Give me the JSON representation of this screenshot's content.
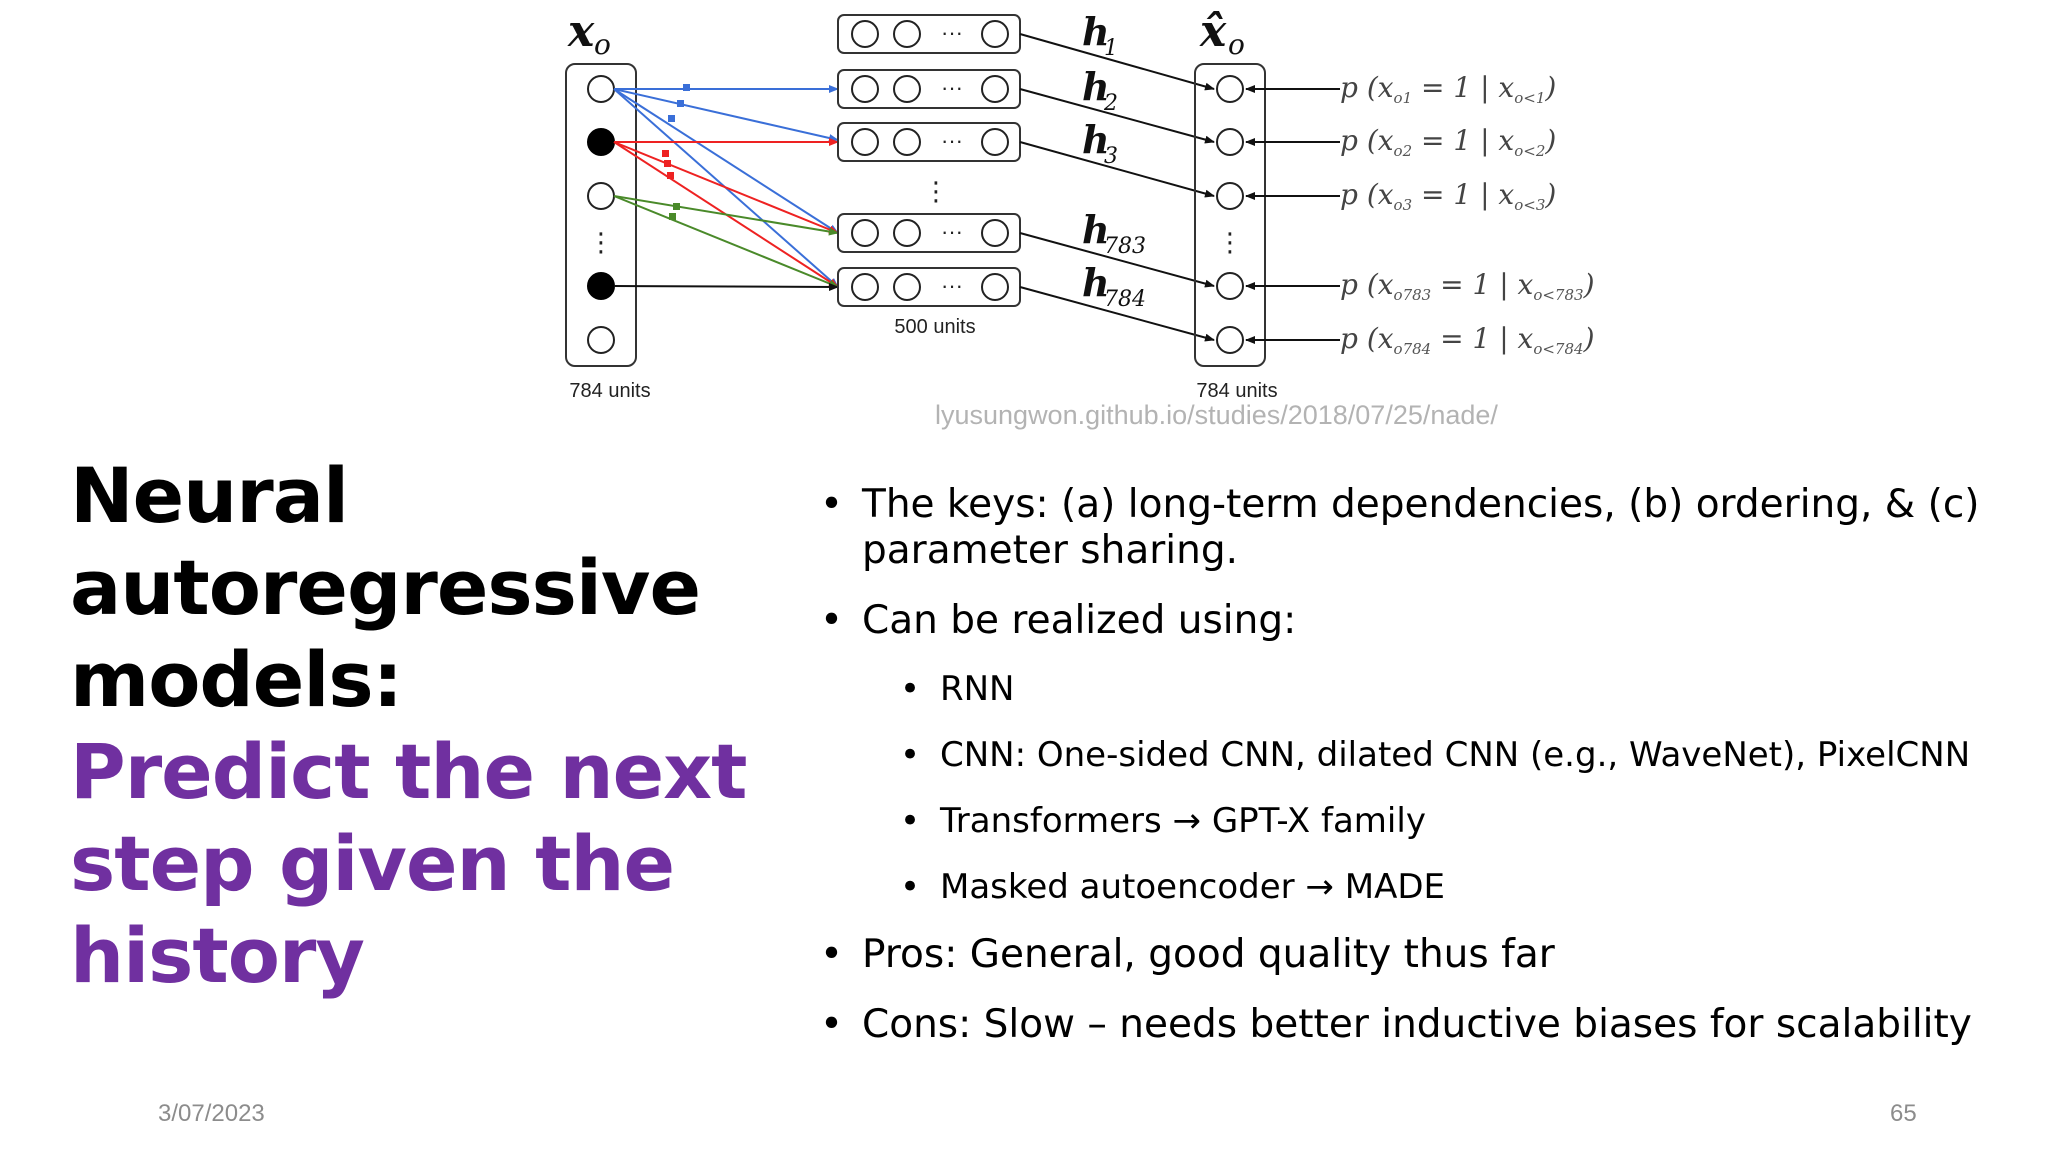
{
  "diagram": {
    "input_var": "x",
    "input_sub": "o",
    "output_var": "x̂",
    "output_sub": "o",
    "input_units": "784 units",
    "hidden_units": "500 units",
    "output_units": "784 units",
    "hidden_labels": [
      {
        "base": "h",
        "sub": "1"
      },
      {
        "base": "h",
        "sub": "2"
      },
      {
        "base": "h",
        "sub": "3"
      },
      {
        "base": "h",
        "sub": "783"
      },
      {
        "base": "h",
        "sub": "784"
      }
    ],
    "probabilities": [
      {
        "text": "p (x",
        "sub": "o1",
        "rest": " = 1 | x",
        "cond": "o<1",
        "end": ")"
      },
      {
        "text": "p (x",
        "sub": "o2",
        "rest": " = 1 | x",
        "cond": "o<2",
        "end": ")"
      },
      {
        "text": "p (x",
        "sub": "o3",
        "rest": " = 1 | x",
        "cond": "o<3",
        "end": ")"
      },
      {
        "text": "p (x",
        "sub": "o783",
        "rest": " = 1 | x",
        "cond": "o<783",
        "end": ")"
      },
      {
        "text": "p (x",
        "sub": "o784",
        "rest": " = 1 | x",
        "cond": "o<784",
        "end": ")"
      }
    ],
    "colors": {
      "blue": "#3a6fd8",
      "red": "#ee2222",
      "green": "#4a8a2a",
      "black": "#111111"
    }
  },
  "source": "lyusungwon.github.io/studies/2018/07/25/nade/",
  "title": {
    "line1": "Neural",
    "line2": "autoregressive",
    "line3": "models:",
    "sub1": "Predict the next",
    "sub2": "step given the",
    "sub3": "history",
    "accent_color": "#7030a0"
  },
  "bullets": {
    "keys": "The keys: (a) long-term dependencies, (b) ordering, & (c) parameter sharing.",
    "realized": "Can be realized using:",
    "rnn": "RNN",
    "cnn": "CNN: One-sided CNN, dilated CNN (e.g., WaveNet), PixelCNN",
    "transformers": "Transformers → GPT-X family",
    "masked": "Masked autoencoder → MADE",
    "pros": "Pros: General, good quality thus far",
    "cons": "Cons: Slow – needs better inductive biases for scalability"
  },
  "footer": {
    "date": "3/07/2023",
    "page": "65"
  }
}
